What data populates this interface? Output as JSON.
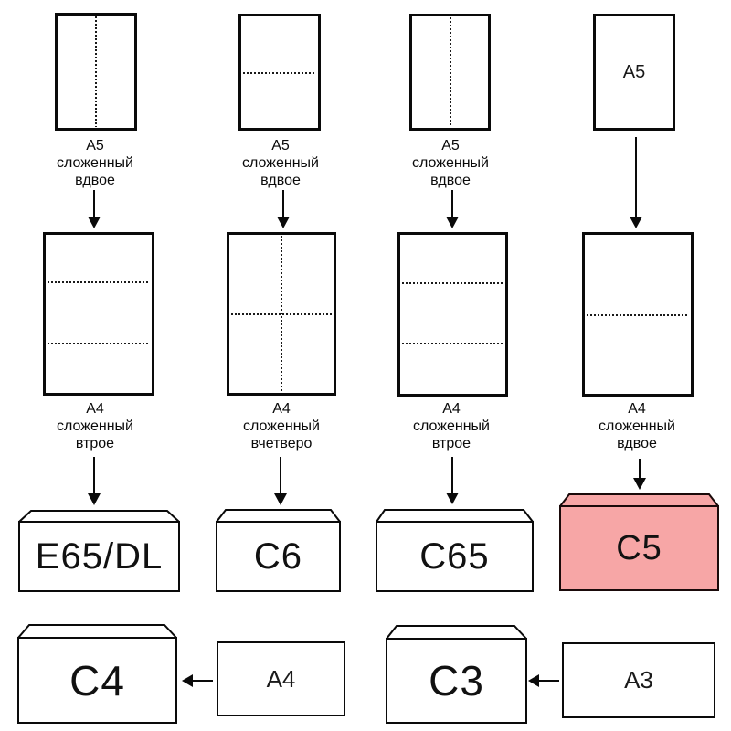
{
  "palette": {
    "highlight_fill": "#F7A6A6",
    "paper_fill": "#FFFFFF",
    "line_color": "#000000"
  },
  "columns": [
    {
      "a5_fold": "vertical-half",
      "a5_inner_label": "",
      "a5_caption": [
        "A5",
        "сложенный",
        "вдвое"
      ],
      "a4_fold": "thirds-horizontal",
      "a4_caption": [
        "A4",
        "сложенный",
        "втрое"
      ],
      "envelope_label": "E65/DL",
      "envelope_fill": "#FFFFFF"
    },
    {
      "a5_fold": "horizontal-half",
      "a5_inner_label": "",
      "a5_caption": [
        "A5",
        "сложенный",
        "вдвое"
      ],
      "a4_fold": "quarters-cross",
      "a4_caption": [
        "A4",
        "сложенный",
        "вчетверо"
      ],
      "envelope_label": "C6",
      "envelope_fill": "#FFFFFF"
    },
    {
      "a5_fold": "vertical-half",
      "a5_inner_label": "",
      "a5_caption": [
        "A5",
        "сложенный",
        "вдвое"
      ],
      "a4_fold": "thirds-horizontal",
      "a4_caption": [
        "A4",
        "сложенный",
        "втрое"
      ],
      "envelope_label": "C65",
      "envelope_fill": "#FFFFFF"
    },
    {
      "a5_fold": "none",
      "a5_inner_label": "A5",
      "a5_caption": [],
      "a4_fold": "horizontal-half",
      "a4_caption": [
        "A4",
        "сложенный",
        "вдвое"
      ],
      "envelope_label": "C5",
      "envelope_fill": "#F7A6A6"
    }
  ],
  "bottom_row": [
    {
      "envelope_label": "C4",
      "envelope_fill": "#FFFFFF",
      "source_label": "A4"
    },
    {
      "envelope_label": "C3",
      "envelope_fill": "#FFFFFF",
      "source_label": "A3"
    }
  ]
}
